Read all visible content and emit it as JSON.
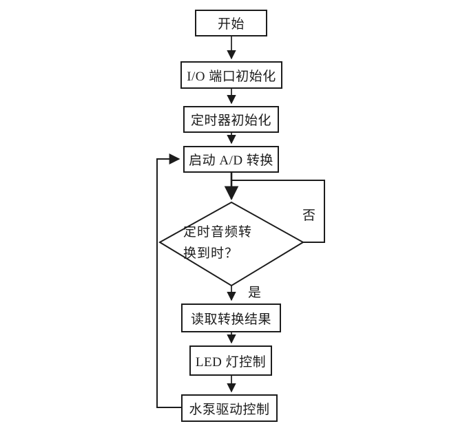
{
  "flowchart": {
    "nodes": [
      {
        "id": "start",
        "type": "process",
        "label": "开始"
      },
      {
        "id": "io-port-init",
        "type": "process",
        "label": "I/O 端口初始化"
      },
      {
        "id": "timer-init",
        "type": "process",
        "label": "定时器初始化"
      },
      {
        "id": "start-ad-conversion",
        "type": "process",
        "label": "启动 A/D 转换"
      },
      {
        "id": "decision-timer-audio",
        "type": "decision",
        "label": "定时音频转换到时？",
        "label_line1": "定时音频转",
        "label_line2": "换到时？"
      },
      {
        "id": "read-conversion-result",
        "type": "process",
        "label": "读取转换结果"
      },
      {
        "id": "led-control",
        "type": "process",
        "label": "LED 灯控制"
      },
      {
        "id": "pump-drive-control",
        "type": "process",
        "label": "水泵驱动控制"
      }
    ],
    "edge_labels": {
      "no": "否",
      "yes": "是"
    },
    "colors": {
      "line": "#1c1c1c",
      "node_fill": "#ffffff",
      "background": "#ffffff"
    }
  }
}
